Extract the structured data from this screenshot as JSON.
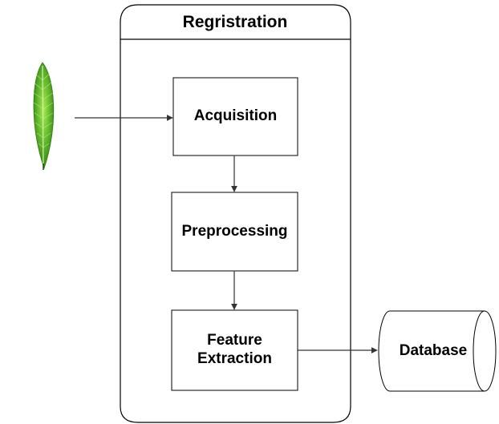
{
  "diagram": {
    "title": "Regristration",
    "steps": {
      "acquisition": "Acquisition",
      "preprocessing": "Preprocessing",
      "feature_extraction_line1": "Feature",
      "feature_extraction_line2": "Extraction"
    },
    "database_label": "Database",
    "colors": {
      "stroke": "#000000",
      "arrow": "#333333",
      "leaf_dark": "#2f7d12",
      "leaf_light": "#8fdc3a"
    },
    "icons": {
      "input": "leaf-icon"
    }
  }
}
